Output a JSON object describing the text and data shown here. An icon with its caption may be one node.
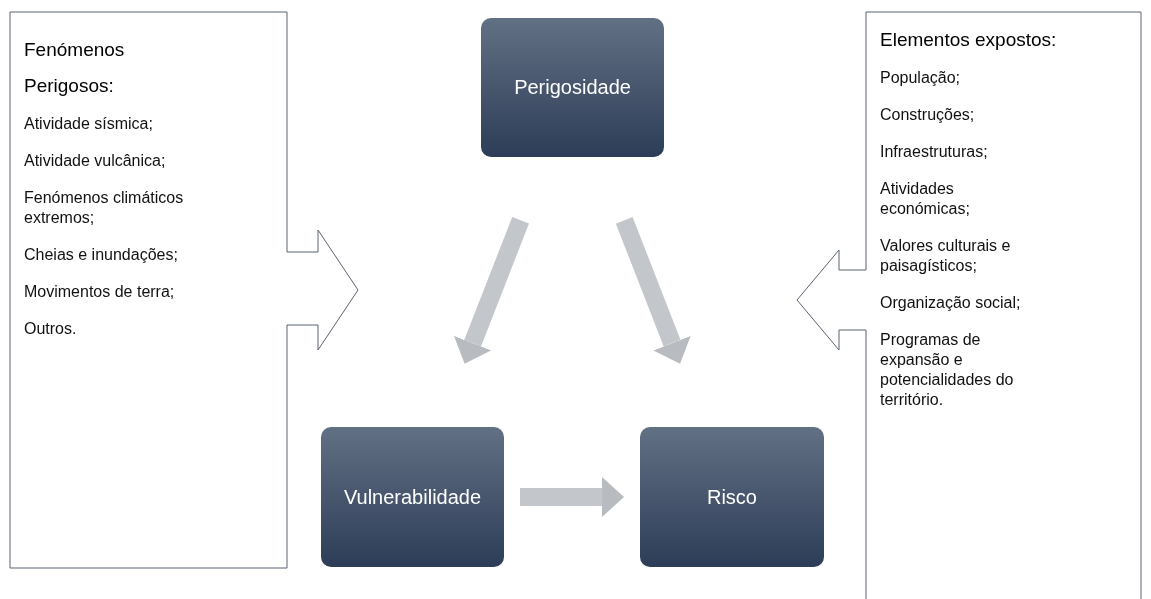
{
  "diagram": {
    "nodes": [
      {
        "text": [
          "Fenómenos Perigosos:",
          "Atividade sísmica;",
          "Atividade vulcânica;",
          "Fenómenos climáticos extremos;",
          "Cheias e inundações;",
          "Movimentos de terra;",
          "Outros."
        ]
      },
      {
        "text": [
          "Perigosidade"
        ]
      },
      {
        "text": [
          "Elementos expostos:",
          "População;",
          "Construções;",
          "Infraestruturas;",
          "Atividades económicas;",
          "Valores culturais e paisagísticos;",
          "Organização social;",
          "Programas de expansão e potencialidades do território."
        ]
      },
      {
        "text": [
          "Vulnerabilidade"
        ]
      },
      {
        "text": [
          "Risco"
        ]
      }
    ],
    "edges": [
      {
        "from": 1,
        "to": 3,
        "arrow": "to"
      },
      {
        "from": 1,
        "to": 4,
        "arrow": "to"
      },
      {
        "from": 3,
        "to": 4,
        "arrow": "to"
      }
    ]
  }
}
